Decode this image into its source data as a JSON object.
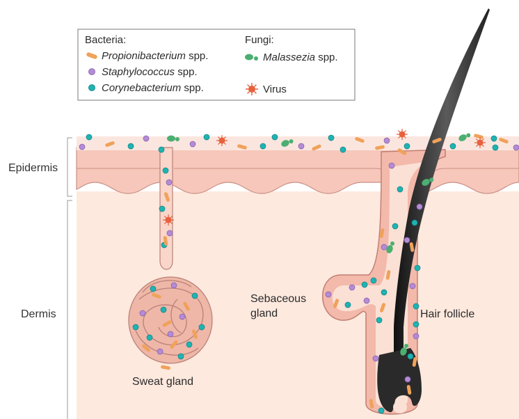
{
  "legend": {
    "bacteria_title": "Bacteria:",
    "fungi_title": "Fungi:",
    "items": [
      {
        "name": "Propionibacterium",
        "suffix": " spp.",
        "marker": "rod",
        "color": "#f0a25a"
      },
      {
        "name": "Staphylococcus",
        "suffix": " spp.",
        "marker": "coccus",
        "color": "#b58ad6"
      },
      {
        "name": "Corynebacterium",
        "suffix": " spp.",
        "marker": "coccus",
        "color": "#1fb3b3"
      },
      {
        "name": "Malassezia",
        "suffix": " spp.",
        "marker": "yeast",
        "color": "#4caf72"
      },
      {
        "name": "",
        "suffix": "Virus",
        "marker": "virus",
        "color": "#e8603c"
      }
    ]
  },
  "layers": {
    "epidermis": "Epidermis",
    "dermis": "Dermis"
  },
  "structures": {
    "sebaceous_line1": "Sebaceous",
    "sebaceous_line2": "gland",
    "hair_follicle": "Hair follicle",
    "sweat_gland": "Sweat gland"
  },
  "colors": {
    "skin_outer": "#f6c9bd",
    "skin_inner": "#fbe3d8",
    "dermis": "#fde8dc",
    "hair": "#2a2a2a"
  }
}
